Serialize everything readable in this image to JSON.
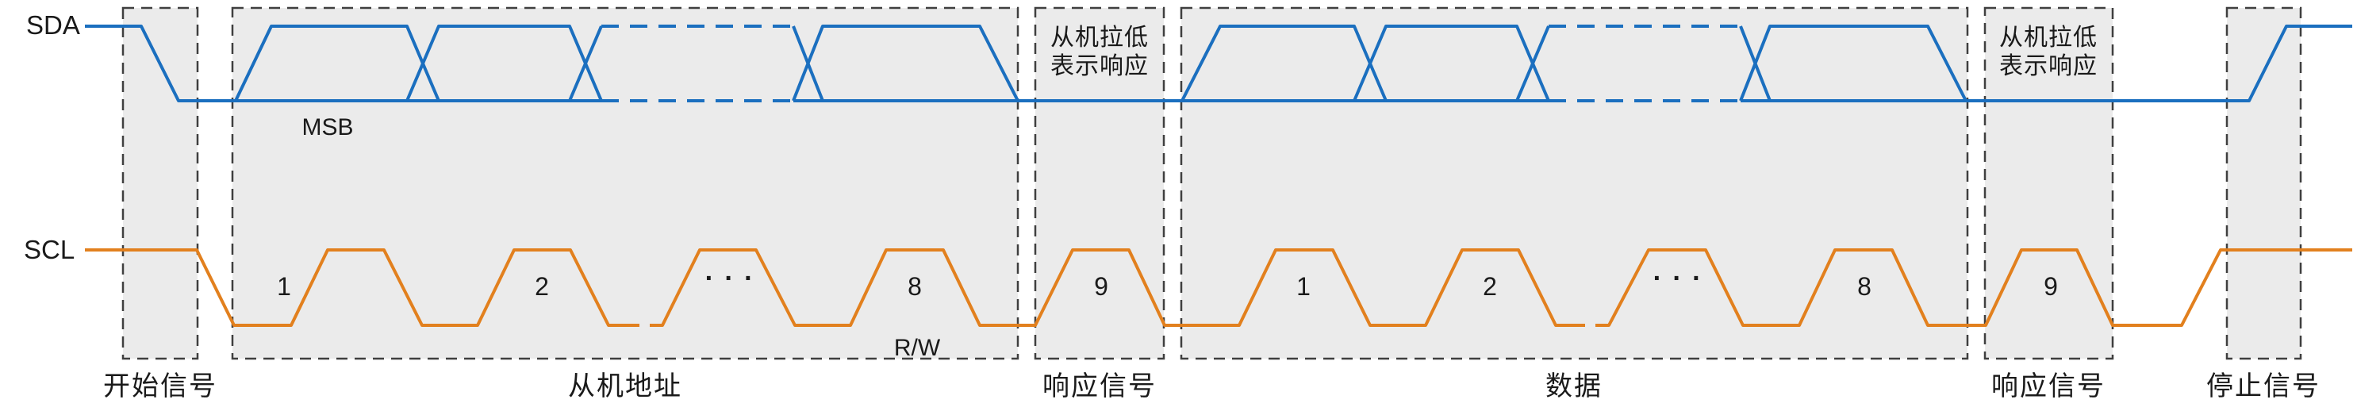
{
  "colors": {
    "sda_line": "#1B6FBF",
    "scl_line": "#E2801E",
    "region_fill": "#EBEBEB",
    "region_border": "#3F3F3F",
    "text": "#1A1A1A"
  },
  "signals": {
    "sda_label": "SDA",
    "scl_label": "SCL"
  },
  "regions": {
    "start": {
      "label": "开始信号"
    },
    "slave_address": {
      "label": "从机地址"
    },
    "ack1": {
      "label": "响应信号",
      "note_line1": "从机拉低",
      "note_line2": "表示响应"
    },
    "data": {
      "label": "数据"
    },
    "ack2": {
      "label": "响应信号",
      "note_line1": "从机拉低",
      "note_line2": "表示响应"
    },
    "stop": {
      "label": "停止信号"
    }
  },
  "annotations": {
    "msb": "MSB",
    "rw": "R/W"
  },
  "clocks": {
    "n1": "1",
    "n2": "2",
    "dots": "· · ·",
    "n8": "8",
    "n9": "9"
  }
}
